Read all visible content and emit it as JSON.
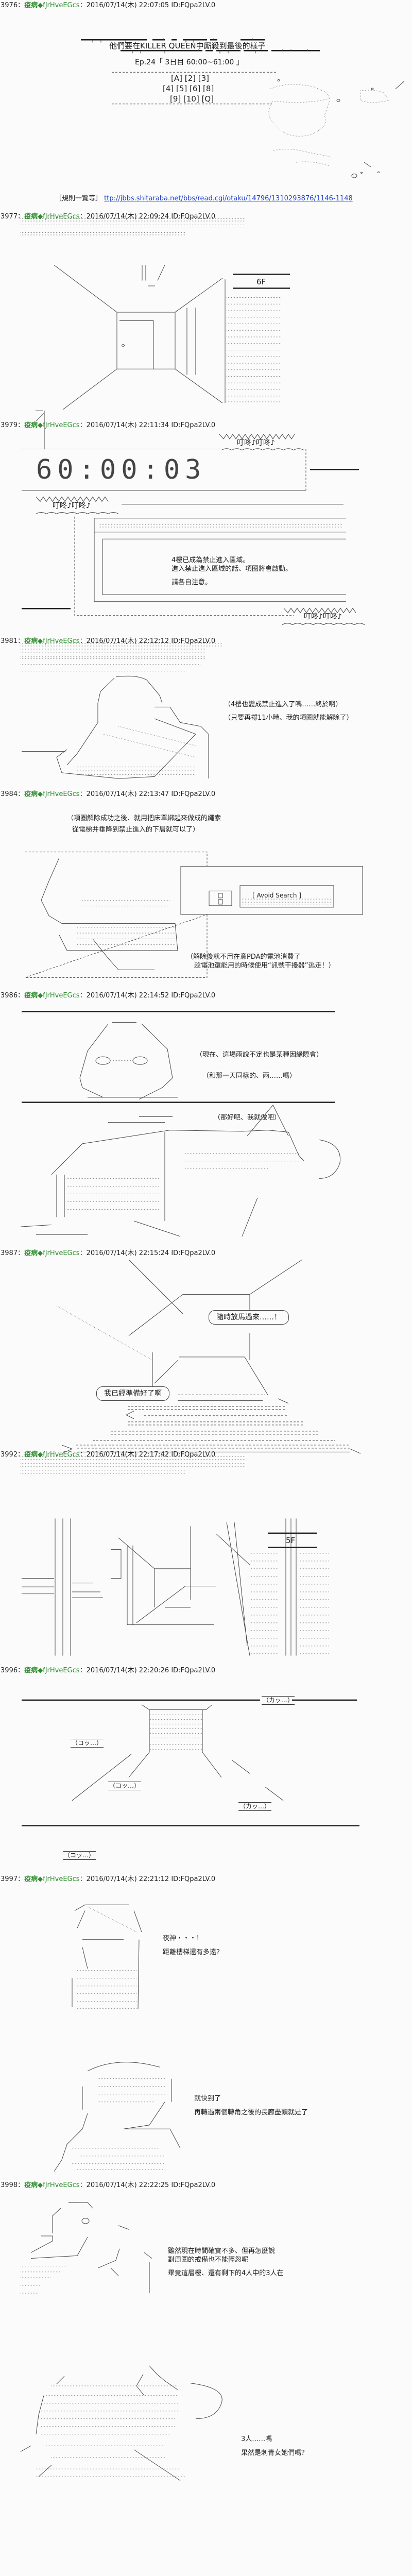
{
  "colors": {
    "name": "#2e8b2e",
    "link": "#1a3fd1",
    "background": "#fafbfa"
  },
  "posts": [
    {
      "number": "3976",
      "name": "疫病",
      "trip": "◆fJrHveEGcs",
      "datetime": "2016/07/14(木) 22:07:05",
      "id": "ID:FQpa2LV.0"
    },
    {
      "number": "3977",
      "name": "疫病",
      "trip": "◆fJrHveEGcs",
      "datetime": "2016/07/14(木) 22:09:24",
      "id": "ID:FQpa2LV.0"
    },
    {
      "number": "3979",
      "name": "疫病",
      "trip": "◆fJrHveEGcs",
      "datetime": "2016/07/14(木) 22:11:34",
      "id": "ID:FQpa2LV.0"
    },
    {
      "number": "3981",
      "name": "疫病",
      "trip": "◆fJrHveEGcs",
      "datetime": "2016/07/14(木) 22:12:12",
      "id": "ID:FQpa2LV.0"
    },
    {
      "number": "3984",
      "name": "疫病",
      "trip": "◆fJrHveEGcs",
      "datetime": "2016/07/14(木) 22:13:47",
      "id": "ID:FQpa2LV.0"
    },
    {
      "number": "3986",
      "name": "疫病",
      "trip": "◆fJrHveEGcs",
      "datetime": "2016/07/14(木) 22:14:52",
      "id": "ID:FQpa2LV.0"
    },
    {
      "number": "3987",
      "name": "疫病",
      "trip": "◆fJrHveEGcs",
      "datetime": "2016/07/14(木) 22:15:24",
      "id": "ID:FQpa2LV.0"
    },
    {
      "number": "3992",
      "name": "疫病",
      "trip": "◆fJrHveEGcs",
      "datetime": "2016/07/14(木) 22:17:42",
      "id": "ID:FQpa2LV.0"
    },
    {
      "number": "3996",
      "name": "疫病",
      "trip": "◆fJrHveEGcs",
      "datetime": "2016/07/14(木) 22:20:26",
      "id": "ID:FQpa2LV.0"
    },
    {
      "number": "3997",
      "name": "疫病",
      "trip": "◆fJrHveEGcs",
      "datetime": "2016/07/14(木) 22:21:12",
      "id": "ID:FQpa2LV.0"
    },
    {
      "number": "3998",
      "name": "疫病",
      "trip": "◆fJrHveEGcs",
      "datetime": "2016/07/14(木) 22:22:25",
      "id": "ID:FQpa2LV.0"
    }
  ],
  "p3976": {
    "title": "他們要在KILLER QUEEN中廝殺到最後的樣子",
    "episode": "Ep.24「 3日目 60:00~61:00 」",
    "cards": [
      "[A]  [2]  [3]",
      "[4]  [5]  [6]  [8]",
      "[9]  [10]  [Q]"
    ],
    "rules_label": "［規則一覽等］",
    "rules_link": "ttp://jbbs.shitaraba.net/bbs/read.cgi/otaku/14796/1310293876/1146-1148"
  },
  "p3977": {
    "floor_sign": "6F"
  },
  "p3979": {
    "chime": "叮咚♪叮咚♪",
    "timer": "60:00:03",
    "announcement": [
      "4樓已成為禁止進入區域。",
      "進入禁止進入區域的話、項圈將會啟動。",
      "請各自注意。"
    ]
  },
  "p3981": {
    "lines": [
      "（4樓也變成禁止進入了嗎……終於啊）",
      "（只要再撐11小時、我的項圈就能解除了）"
    ]
  },
  "p3984": {
    "lines": [
      "（項圈解除成功之後、就用把床單綁起來做成的繩索",
      "從電梯井垂降到禁止進入的下層就可以了）"
    ],
    "pda_label": "[ Avoid Search ]",
    "lines2": [
      "（解除後就不用在意PDA的電池消費了",
      "趁電池還能用的時候使用“訊號干擾器”逃走！）"
    ]
  },
  "p3986": {
    "lines": [
      "（現在、這場雨說不定也是某種因緣際會）",
      "（和那一天同樣的、雨……嗎）",
      "（那好吧、我就做吧）"
    ]
  },
  "p3987": {
    "bubble1": "隨時放馬過來……！",
    "bubble2": "我已經準備好了啊"
  },
  "p3992": {
    "floor_sign": "5F"
  },
  "p3996": {
    "sfx": [
      "（カッ…）",
      "（コッ…）",
      "（コッ…）",
      "（カッ…）",
      "（コッ…）"
    ]
  },
  "p3997": {
    "lines": [
      "夜神・・・！",
      "距離樓梯還有多遠？"
    ],
    "reply": [
      "就快到了",
      "再轉過兩個轉角之後的長廊盡頭就是了"
    ]
  },
  "p3998": {
    "lines": [
      "雖然現在時間確實不多、但再怎麼說",
      "對周圍的戒備也不能輕忽呢",
      "畢竟這層樓、還有剩下的4人中的3人在"
    ],
    "lines2": [
      "3人……嗎",
      "果然是刺青女她們嗎？"
    ]
  }
}
